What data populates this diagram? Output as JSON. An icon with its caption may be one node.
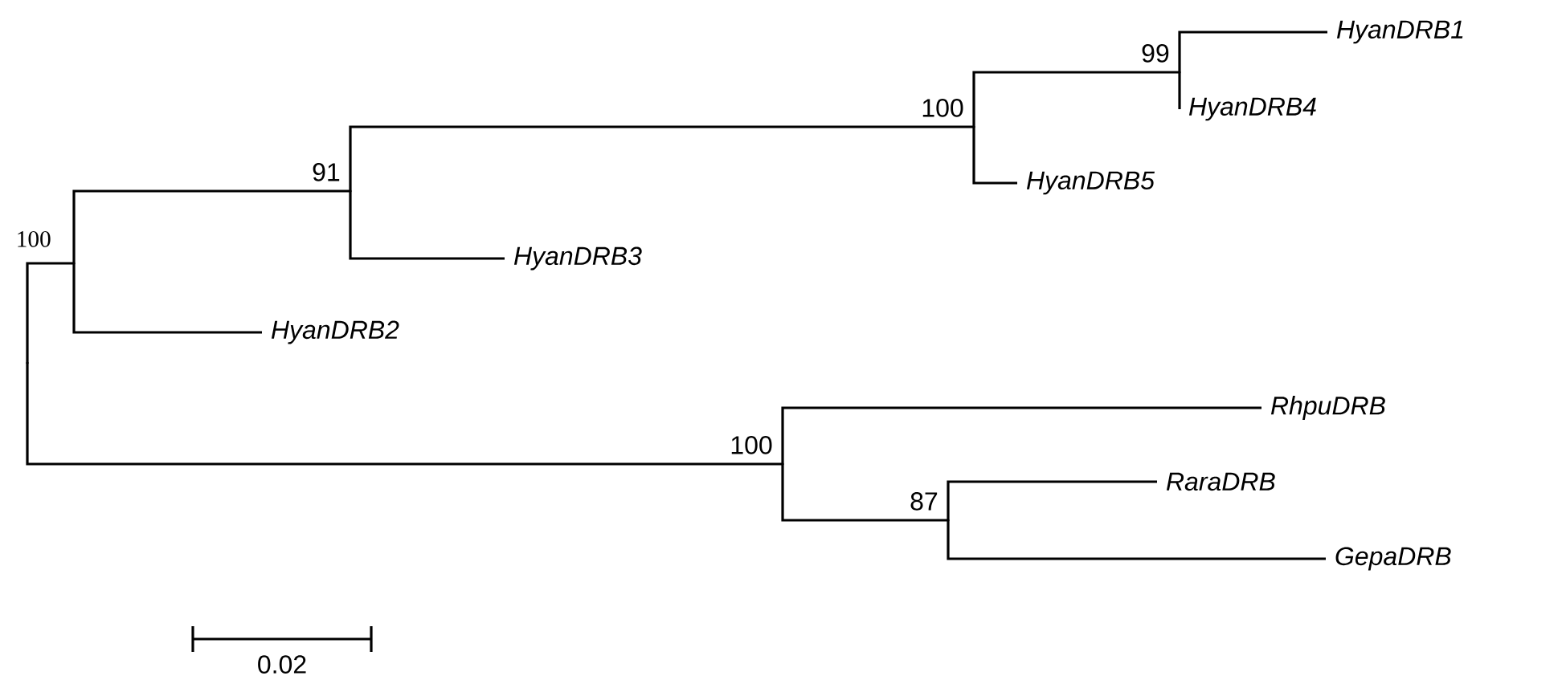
{
  "diagram": {
    "nodes": [
      {
        "text": [],
        "shape": "point"
      },
      {
        "text": [],
        "shape": "point",
        "beside": [
          "100"
        ]
      },
      {
        "text": [],
        "shape": "point",
        "beside": [
          "91"
        ]
      },
      {
        "text": [],
        "shape": "point",
        "beside": [
          "100"
        ]
      },
      {
        "text": [],
        "shape": "point",
        "beside": [
          "99"
        ]
      },
      {
        "text": [
          "HyanDRB1"
        ]
      },
      {
        "text": [
          "HyanDRB4"
        ]
      },
      {
        "text": [
          "HyanDRB5"
        ]
      },
      {
        "text": [
          "HyanDRB3"
        ]
      },
      {
        "text": [
          "HyanDRB2"
        ]
      },
      {
        "text": [],
        "shape": "point",
        "beside": [
          "100"
        ]
      },
      {
        "text": [
          "RhpuDRB"
        ]
      },
      {
        "text": [],
        "shape": "point",
        "beside": [
          "87"
        ]
      },
      {
        "text": [
          "RaraDRB"
        ]
      },
      {
        "text": [
          "GepaDRB"
        ]
      }
    ],
    "edges": [
      {
        "from": 0,
        "to": 1,
        "arrow": "none"
      },
      {
        "from": 1,
        "to": 2,
        "arrow": "none"
      },
      {
        "from": 2,
        "to": 3,
        "arrow": "none"
      },
      {
        "from": 3,
        "to": 4,
        "arrow": "none"
      },
      {
        "from": 4,
        "to": 5,
        "arrow": "none"
      },
      {
        "from": 4,
        "to": 6,
        "arrow": "none"
      },
      {
        "from": 3,
        "to": 7,
        "arrow": "none"
      },
      {
        "from": 2,
        "to": 8,
        "arrow": "none"
      },
      {
        "from": 1,
        "to": 9,
        "arrow": "none"
      },
      {
        "from": 0,
        "to": 10,
        "arrow": "none"
      },
      {
        "from": 10,
        "to": 11,
        "arrow": "none"
      },
      {
        "from": 10,
        "to": 12,
        "arrow": "none"
      },
      {
        "from": 12,
        "to": 13,
        "arrow": "none"
      },
      {
        "from": 12,
        "to": 14,
        "arrow": "none"
      }
    ],
    "labels": [
      "0.02"
    ]
  }
}
